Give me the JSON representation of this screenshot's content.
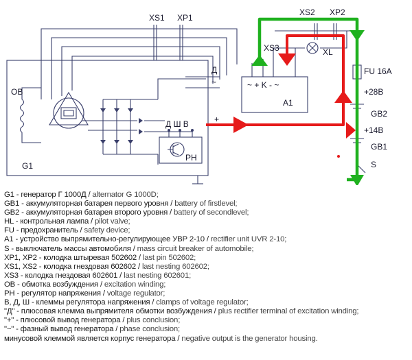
{
  "diagram": {
    "labels": {
      "xs1": "XS1",
      "xp1": "XP1",
      "xs2": "XS2",
      "xp2": "XP2",
      "xs3": "XS3",
      "xl": "XL",
      "fu": "FU 16A",
      "ob": "ОВ",
      "g1": "G1",
      "d_term": "Д",
      "tilde_term": "~",
      "a1": "A1",
      "a1_pins": "~ + K -  ~",
      "reg_terms": "Д Ш В",
      "ph": "РН",
      "plus": "+",
      "v28": "+28В",
      "gb2": "GB2",
      "v14": "+14В",
      "gb1": "GB1",
      "s": "S"
    },
    "colors": {
      "wire": "#3a3f6b",
      "green": "#1fb11f",
      "red": "#e61a1a"
    }
  },
  "legend": [
    {
      "ru": "G1 - генератор Г 1000Д",
      "sep": " / ",
      "en": "alternator G 1000D;"
    },
    {
      "ru": "GB1 - аккумуляторная батарея первого уровня",
      "sep": " / ",
      "en": "battery of firstlevel;"
    },
    {
      "ru": "GB2 - аккумуляторная батарея второго уровня",
      "sep": " / ",
      "en": "battery of secondlevel;"
    },
    {
      "ru": "HL - контрольная лампа",
      "sep": " / ",
      "en": "pilot valve;"
    },
    {
      "ru": "FU - предохранитель",
      "sep": " / ",
      "en": "safety device;"
    },
    {
      "ru": "A1 - устройство выпрямительно-регулирующее УВР 2-10",
      "sep": " / ",
      "en": "rectifier unit UVR 2-10;"
    },
    {
      "ru": "S - выключатель массы автомобиля",
      "sep": " / ",
      "en": "mass circuit breaker of automobile;"
    },
    {
      "ru": "XP1, XP2 - колодка штыревая 502602",
      "sep": " / ",
      "en": "last pin 502602;"
    },
    {
      "ru": "XS1, XS2 - колодка гнездовая 602602",
      "sep": " / ",
      "en": "last nesting 602602;"
    },
    {
      "ru": "XS3 - колодка гнездовая 602601",
      "sep": " / ",
      "en": "last nesting 602601;"
    },
    {
      "ru": "ОВ - обмотка возбуждения",
      "sep": " / ",
      "en": "excitation winding;"
    },
    {
      "ru": "РН - регулятор напряжения",
      "sep": " / ",
      "en": "voltage regulator;"
    },
    {
      "ru": "В, Д, Ш - клеммы регулятора напряжения",
      "sep": " / ",
      "en": "clamps of voltage regulator;"
    },
    {
      "ru": "\"Д\" - плюсовая клемма выпрямителя обмотки возбуждения",
      "sep": " / ",
      "en": "plus rectifier terminal of excitation winding;"
    },
    {
      "ru": "\"+\" - плюсовой вывод генератора",
      "sep": " / ",
      "en": "plus conclusion;"
    },
    {
      "ru": "\"~\" - фазный вывод генератора",
      "sep": " / ",
      "en": "phase conclusion;"
    },
    {
      "ru": "минусовой клеммой является корпус генератора",
      "sep": " / ",
      "en": "negative output is the generator housing."
    }
  ]
}
